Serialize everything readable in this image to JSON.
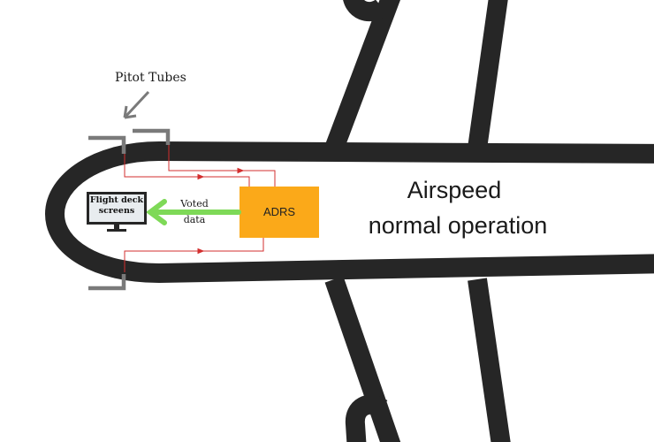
{
  "labels": {
    "pitot_tubes": "Pitot Tubes",
    "voted_data": "Voted data",
    "adrs": "ADRS",
    "flight_deck_screens": "Flight deck screens",
    "title_line1": "Airspeed",
    "title_line2": "normal operation"
  },
  "colors": {
    "fuselage": "#262626",
    "adrs_box": "#fba919",
    "voted_arrow": "#7ed957",
    "wiring": "#d32f2f",
    "pitot_tube": "#7a7a7a",
    "screen": "#e8ecef"
  }
}
